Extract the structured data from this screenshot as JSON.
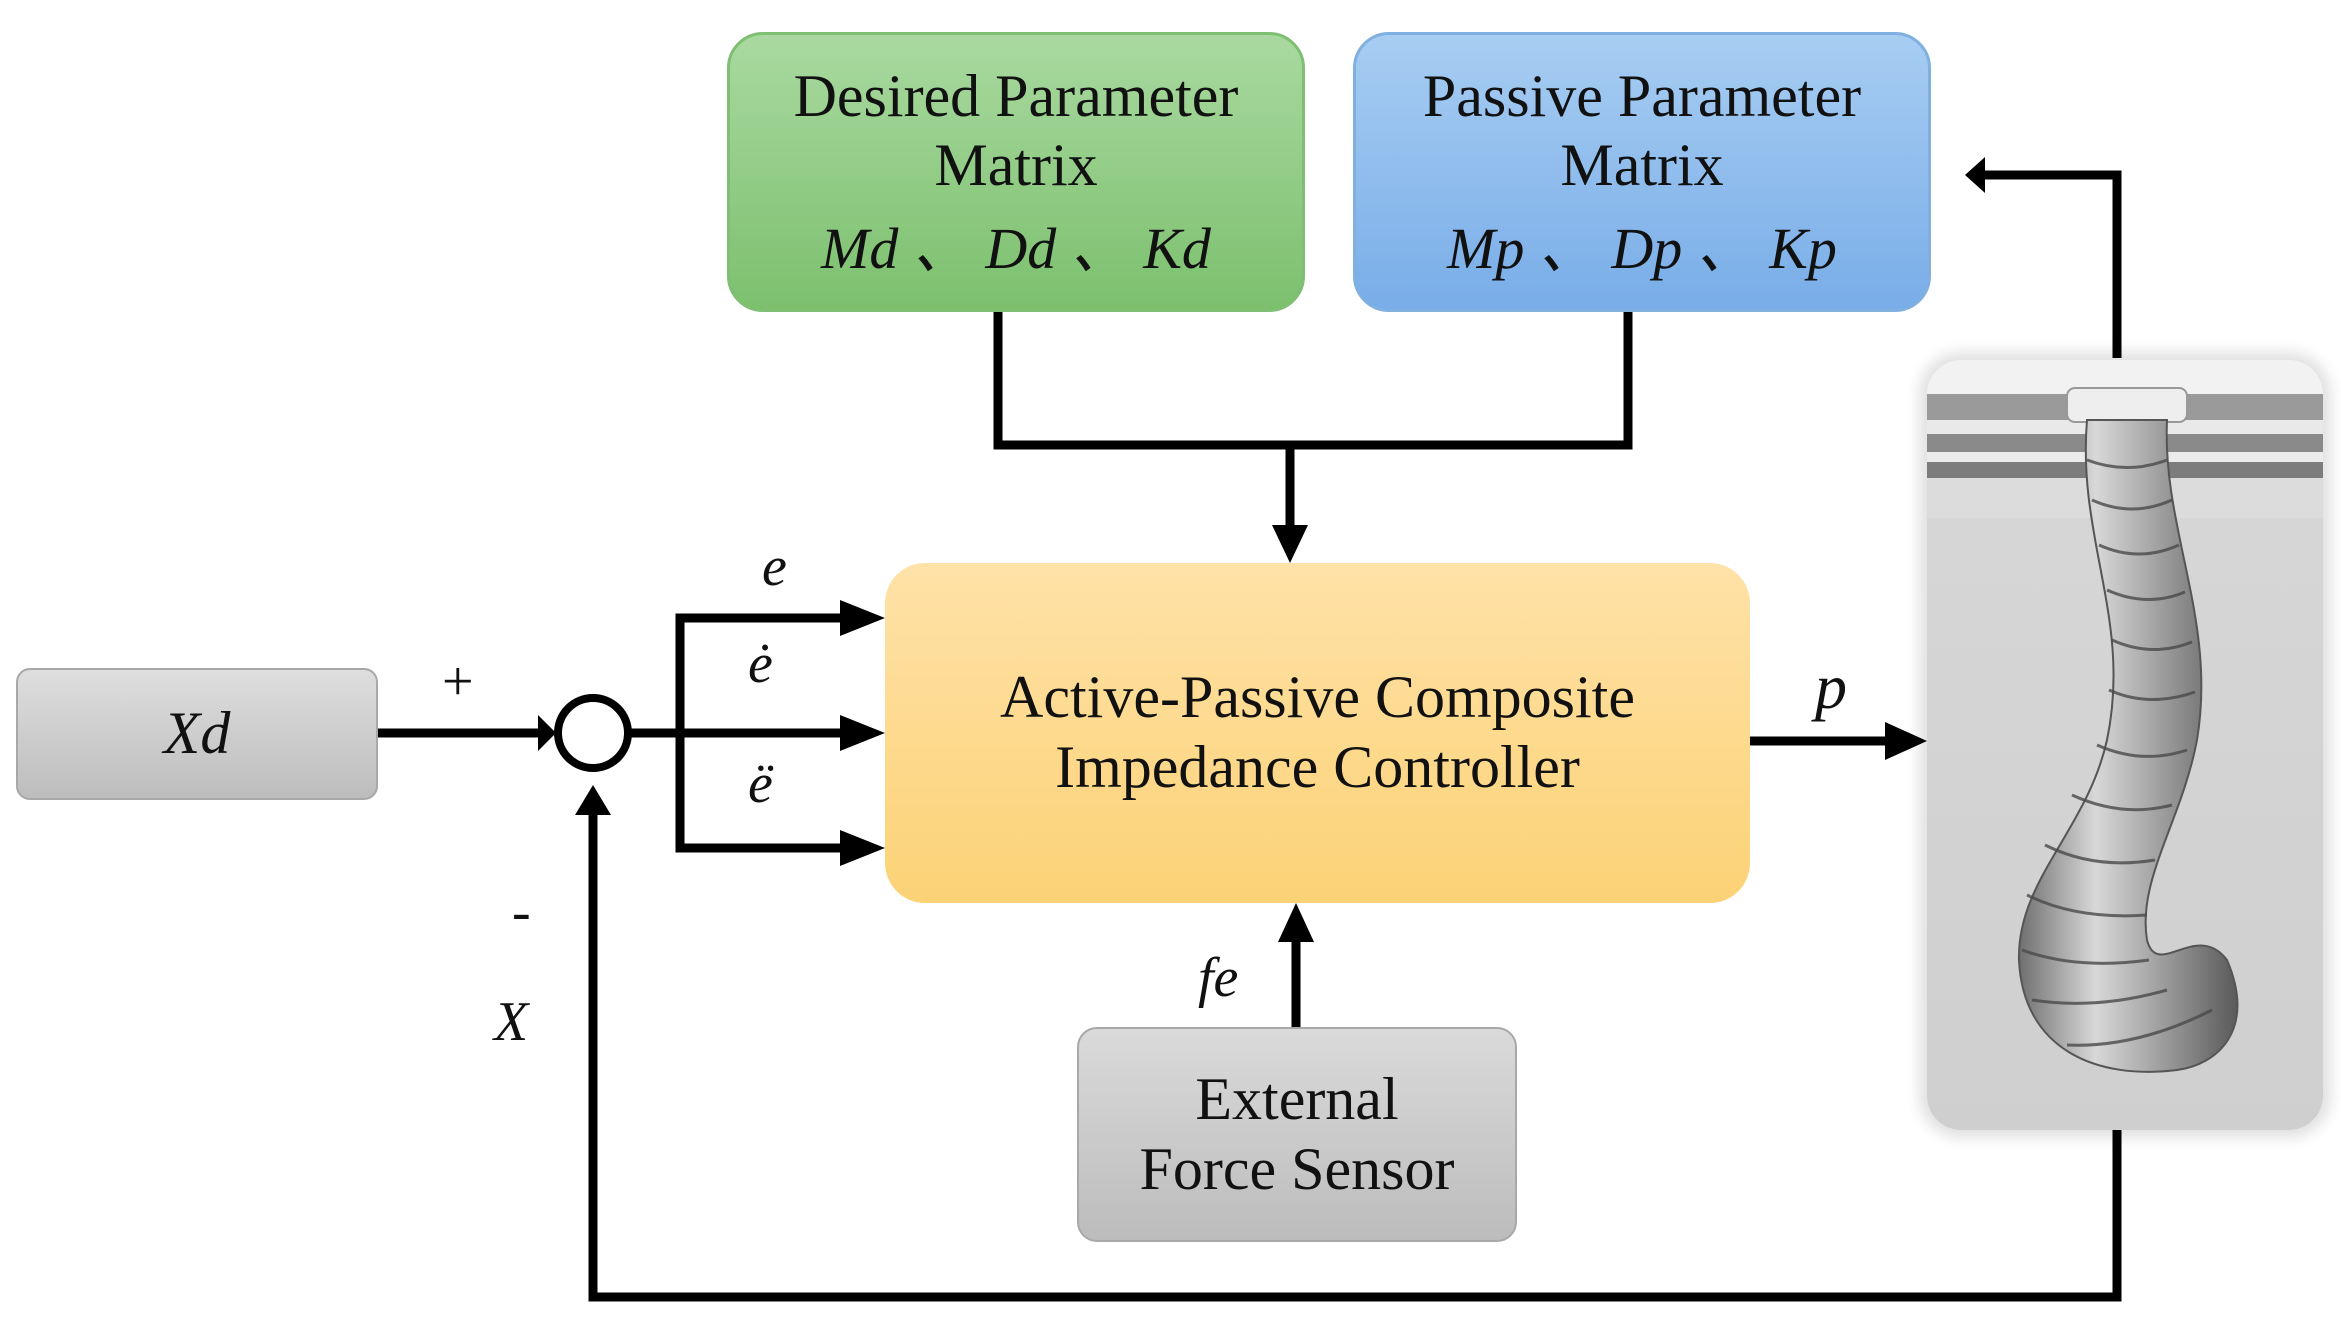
{
  "desired": {
    "line1": "Desired Parameter",
    "line2": "Matrix",
    "params": "Md 、 Dd 、 Kd"
  },
  "passive": {
    "line1": "Passive Parameter",
    "line2": "Matrix",
    "params": "Mp 、 Dp 、 Kp"
  },
  "input": {
    "label": "Xd"
  },
  "controller": {
    "line1": "Active-Passive Composite",
    "line2": "Impedance Controller"
  },
  "sensor": {
    "line1": "External",
    "line2": "Force Sensor"
  },
  "signals": {
    "plus": "+",
    "minus": "-",
    "feedback": "X",
    "error": "e",
    "error_dot": "ė",
    "error_ddot": "ë",
    "output": "p",
    "force": "fe"
  },
  "colors": {
    "desired": "#8fcb82",
    "passive": "#8fbdee",
    "controller": "#fdd88a",
    "gray": "#cfcfcf",
    "line": "#000000"
  }
}
